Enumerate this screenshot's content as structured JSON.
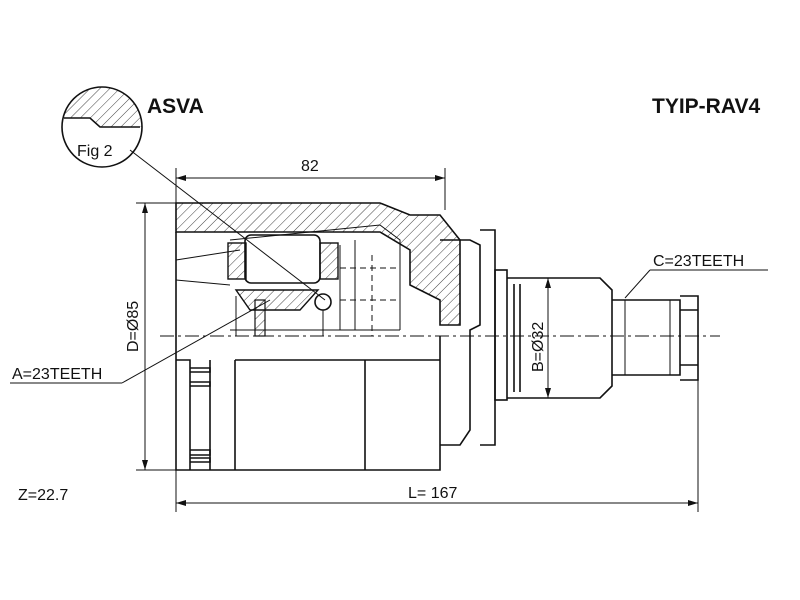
{
  "drawing": {
    "brand": "ASVA",
    "part_number": "TYIP-RAV4",
    "detail_label": "Fig 2",
    "dimensions": {
      "width_82": "82",
      "outer_diameter": "D=Ø85",
      "shaft_diameter": "B=Ø32",
      "length": "L= 167"
    },
    "callouts": {
      "a_teeth": "A=23TEETH",
      "c_teeth": "C=23TEETH",
      "z": "Z=22.7"
    },
    "colors": {
      "line": "#111111",
      "background": "#ffffff"
    }
  }
}
